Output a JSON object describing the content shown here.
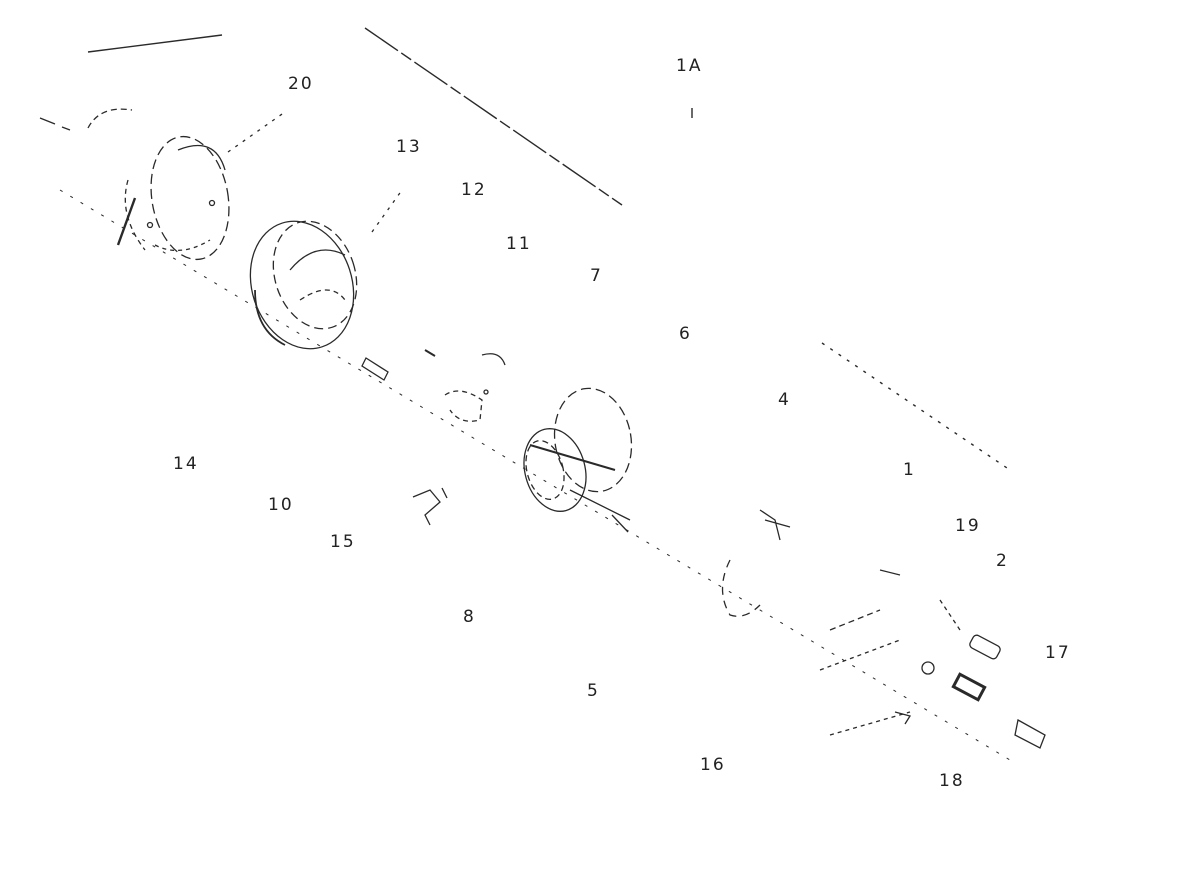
{
  "figure": {
    "labels": {
      "l_1a": "1A",
      "l_20": "20",
      "l_13": "13",
      "l_12": "12",
      "l_11": "11",
      "l_7": "7",
      "l_6": "6",
      "l_4": "4",
      "l_1": "1",
      "l_19": "19",
      "l_2": "2",
      "l_17": "17",
      "l_14": "14",
      "l_10": "10",
      "l_15": "15",
      "l_8": "8",
      "l_5": "5",
      "l_16": "16",
      "l_18": "18"
    }
  }
}
